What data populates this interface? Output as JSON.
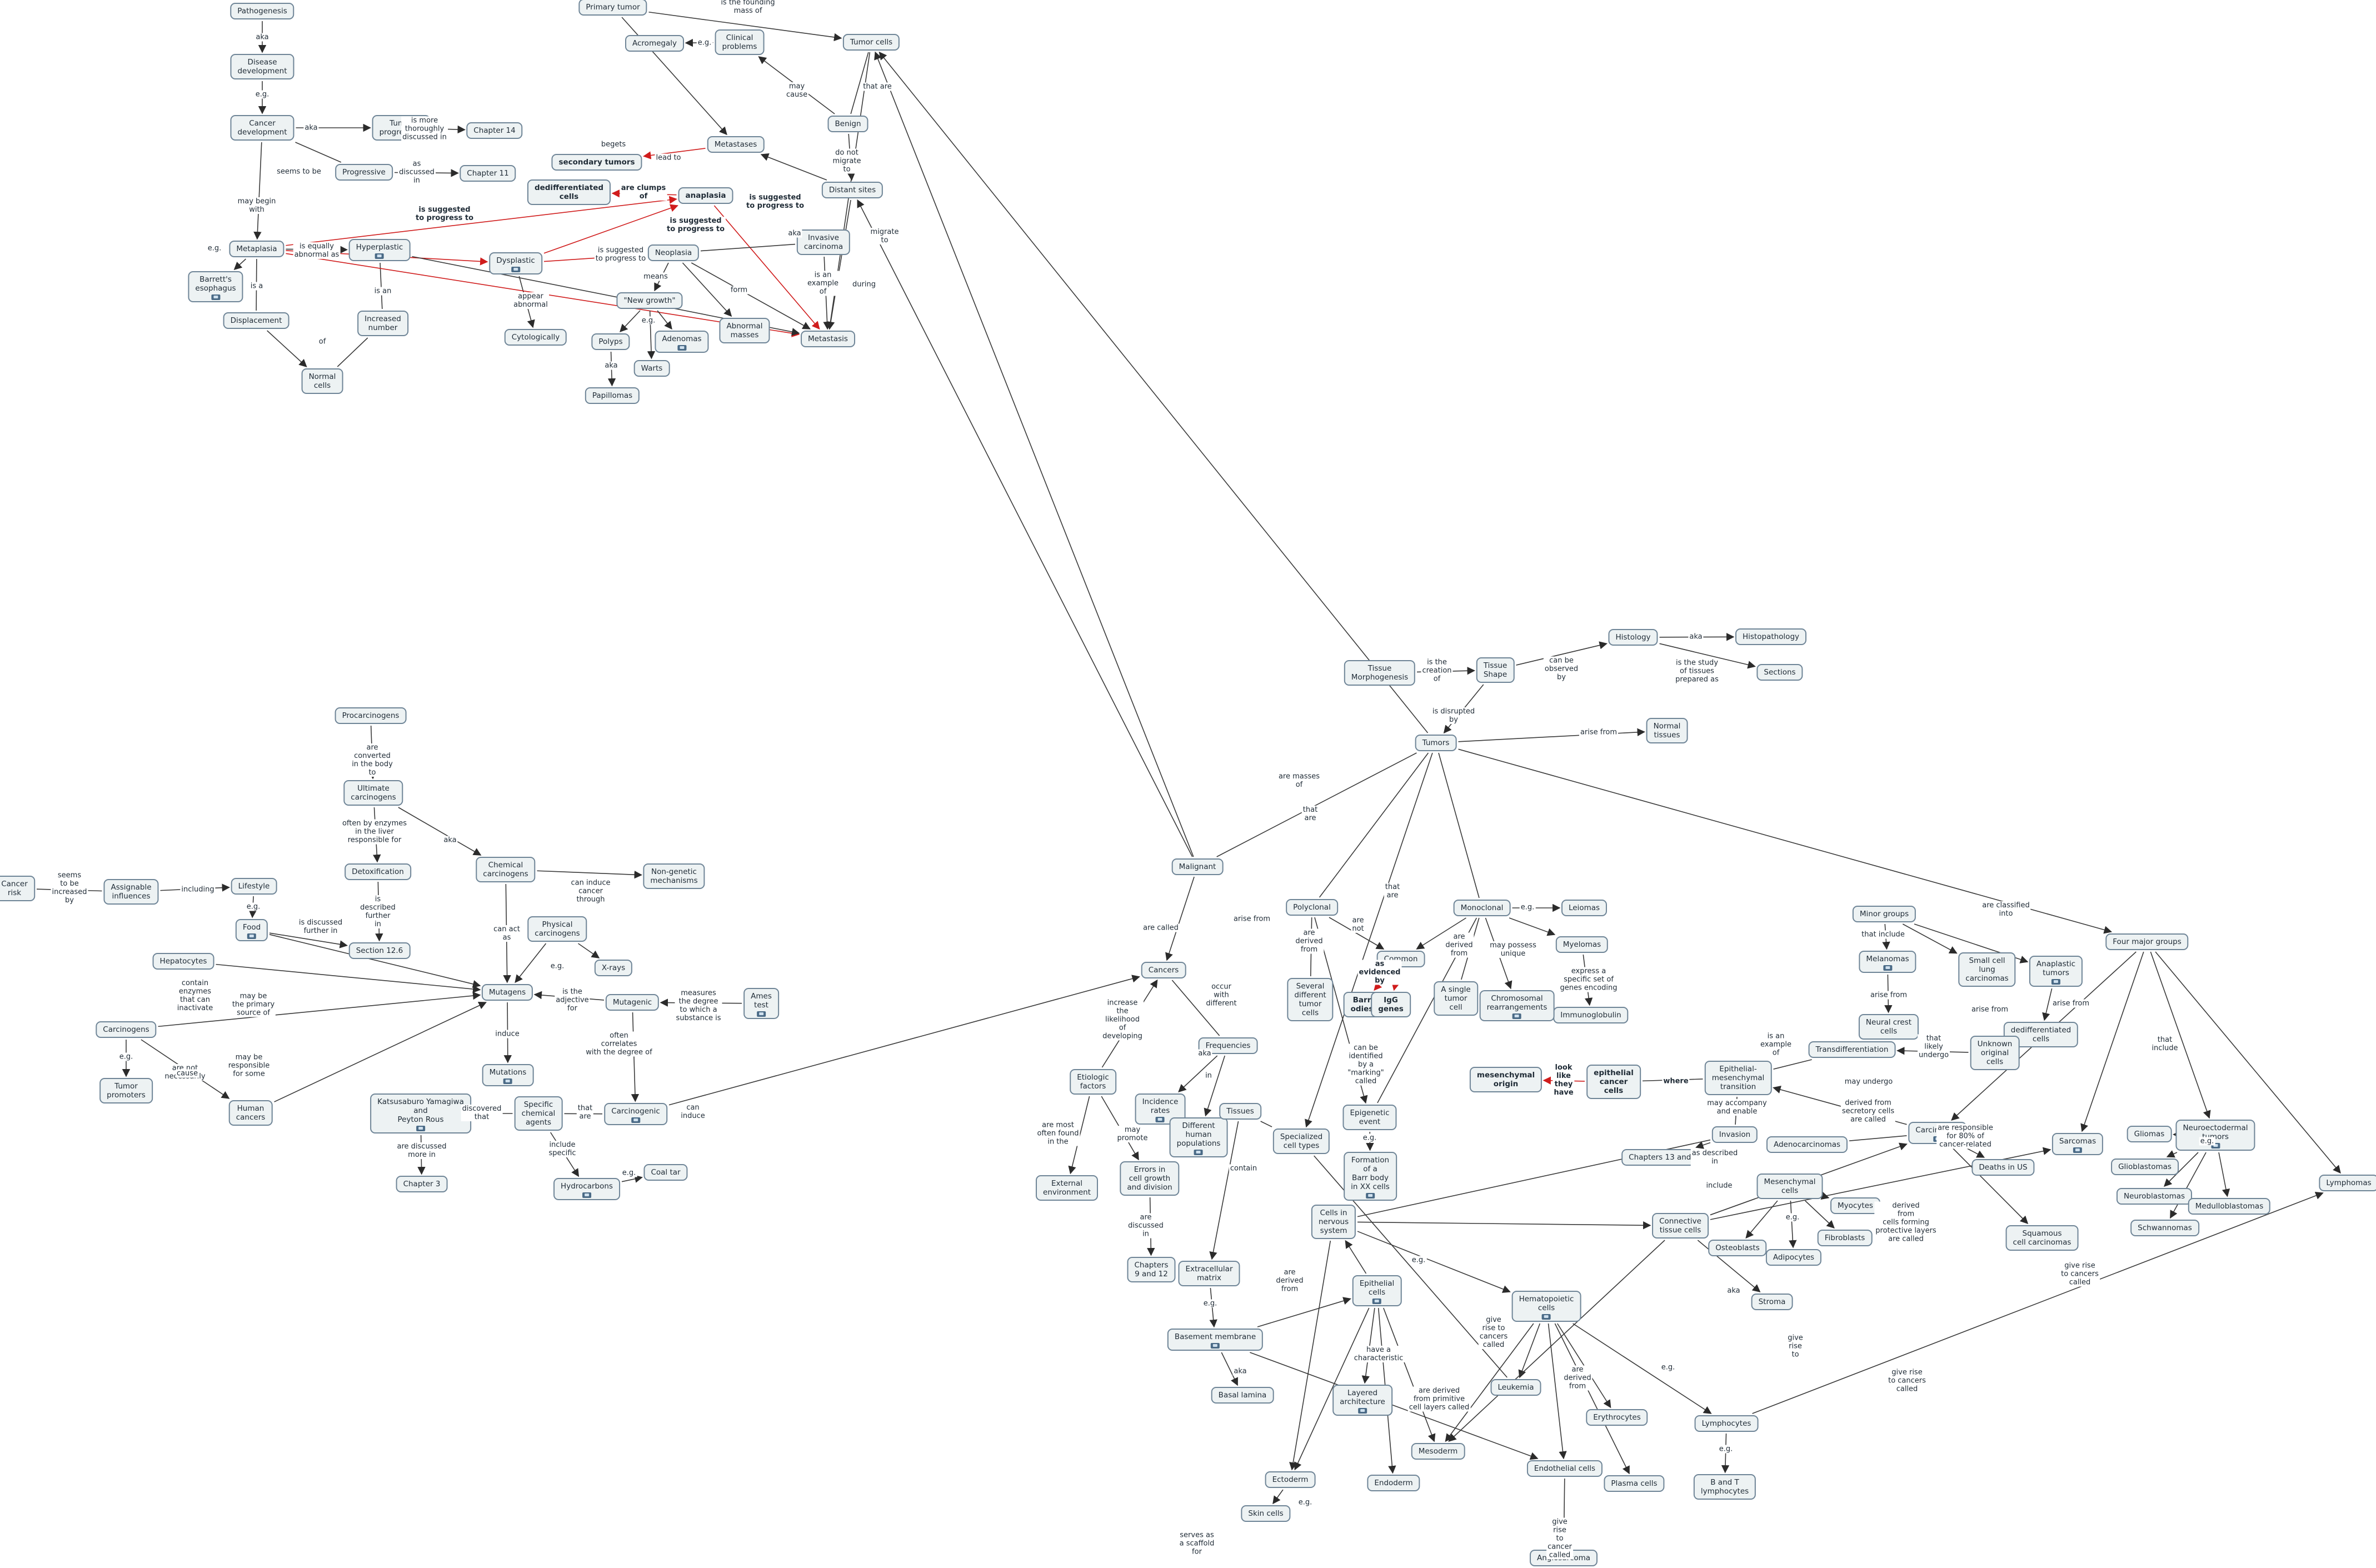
{
  "nodes": {
    "n1": "Pathogenesis",
    "n2": "Disease\ndevelopment",
    "n3": "Cancer\ndevelopment",
    "n4": "Tumor\nprogression",
    "n5": "Chapter 14",
    "n6": "Progressive",
    "n7": "Chapter 11",
    "n8": "Metaplasia",
    "n9": "Barrett's\nesophagus",
    "n10": "Hyperplastic",
    "n11": "Displacement",
    "n12": "Increased\nnumber",
    "n13": "Normal\ncells",
    "n14": "Dysplastic",
    "n15": "Cytologically",
    "n16": "Primary tumor",
    "n17": "Acromegaly",
    "n18": "Clinical\nproblems",
    "n19": "Tumor cells",
    "n20": "Metastases",
    "n21": "secondary tumors",
    "n22": "Benign",
    "n23": "Distant sites",
    "n24": "dedifferentiated\ncells",
    "n25": "anaplasia",
    "n26": "Invasive\ncarcinoma",
    "n27": "Neoplasia",
    "n28": "\"New growth\"",
    "n29": "Polyps",
    "n30": "Papillomas",
    "n31": "Warts",
    "n32": "Adenomas",
    "n33": "Abnormal\nmasses",
    "n34": "Metastasis",
    "n35": "Procarcinogens",
    "n36": "Ultimate\ncarcinogens",
    "n37": "Detoxification",
    "n38": "Chemical\ncarcinogens",
    "n39": "Non-genetic\nmechanisms",
    "n40": "Cancer\nrisk",
    "n41": "Assignable\ninfluences",
    "n42": "Lifestyle",
    "n43": "Food",
    "n44": "Section 12.6",
    "n45": "Physical\ncarcinogens",
    "n46": "X-rays",
    "n47": "Hepatocytes",
    "n48": "Mutagens",
    "n49": "Mutagenic",
    "n50": "Ames\ntest",
    "n51": "Carcinogens",
    "n52": "Tumor\npromoters",
    "n53": "Human\ncancers",
    "n54": "Mutations",
    "n55": "Katsusaburo Yamagiwa\nand\nPeyton Rous",
    "n56": "Chapter 3",
    "n57": "Specific\nchemical\nagents",
    "n58": "Carcinogenic",
    "n59": "Hydrocarbons",
    "n60": "Coal tar",
    "n61": "Tissue\nMorphogenesis",
    "n62": "Tissue\nShape",
    "n63": "Histology",
    "n64": "Histopathology",
    "n65": "Sections",
    "n66": "Tumors",
    "n67": "Normal\ntissues",
    "n68": "Malignant",
    "n69": "Polyclonal",
    "n70": "Monoclonal",
    "n71": "Leiomas",
    "n72": "Myelomas",
    "n73": "Immunoglobulin",
    "n74": "Common",
    "n75": "Barr\nodies",
    "n76": "IgG\ngenes",
    "n77": "Several\ndifferent\ntumor\ncells",
    "n78": "A single\ntumor\ncell",
    "n79": "Chromosomal\nrearrangements",
    "n80": "Cancers",
    "n81": "Frequencies",
    "n82": "Etiologic\nfactors",
    "n83": "Incidence\nrates",
    "n84": "Different\nhuman\npopulations",
    "n85": "External\nenvironment",
    "n86": "Errors in\ncell growth\nand division",
    "n87": "Chapters\n9 and 12",
    "n88": "Tissues",
    "n89": "Specialized\ncell types",
    "n90": "Epigenetic\nevent",
    "n91": "Formation\nof a\nBarr body\nin XX cells",
    "n92": "Cells in\nnervous\nsystem",
    "n93": "Extracellular\nmatrix",
    "n94": "Basement membrane",
    "n95": "Basal lamina",
    "n96": "Epithelial\ncells",
    "n97": "Layered\narchitecture",
    "n98": "Ectoderm",
    "n99": "Skin cells",
    "n100": "Endoderm",
    "n101": "Mesoderm",
    "n102": "Leukemia",
    "n103": "Endothelial cells",
    "n104": "Angiosarcoma",
    "n105": "Hematopoietic\ncells",
    "n106": "Erythrocytes",
    "n107": "Plasma cells",
    "n108": "Lymphocytes",
    "n109": "B and T\nlymphocytes",
    "n110": "Minor groups",
    "n111": "Four major groups",
    "n112": "Melanomas",
    "n113": "Small cell\nlung\ncarcinomas",
    "n114": "Anaplastic\ntumors",
    "n115": "Neural crest\ncells",
    "n116": "dedifferentiated\ncells",
    "n117": "Transdifferentiation",
    "n118": "Unknown\noriginal\ncells",
    "n119": "Epithelial-\nmesenchymal\ntransition",
    "n120": "epithelial\ncancer\ncells",
    "n121": "mesenchymal\norigin",
    "n122": "Invasion",
    "n123": "Adenocarcinomas",
    "n124": "Chapters 13 and 14",
    "n125": "Mesenchymal\ncells",
    "n126": "Connective\ntissue cells",
    "n127": "Myocytes",
    "n128": "Fibroblasts",
    "n129": "Osteoblasts",
    "n130": "Adipocytes",
    "n131": "Stroma",
    "n132": "Carcinomas",
    "n133": "Deaths in US",
    "n134": "Squamous\ncell carcinomas",
    "n135": "Sarcomas",
    "n136": "Gliomas",
    "n137": "Neuroectodermal\ntumors",
    "n138": "Glioblastomas",
    "n139": "Neuroblastomas",
    "n140": "Medulloblastomas",
    "n141": "Schwannomas",
    "n142": "Lymphomas"
  },
  "labels": {
    "l1": "aka",
    "l2": "e.g.",
    "l3": "aka",
    "l4": "is more\nthoroughly\ndiscussed in",
    "l5": "seems to be",
    "l6": "as\ndiscussed\nin",
    "l7": "may begin\nwith",
    "l8": "e.g.",
    "l9": "is equally\nabnormal as",
    "l10": "is a",
    "l11": "is an",
    "l12": "of",
    "l13": "is suggested\nto progress to",
    "l14": "appear\nabnormal",
    "l15": "is suggested\nto progress to",
    "l16": "is the founding\nmass of",
    "l17": "e.g.",
    "l18": "may\ncause",
    "l19": "that are",
    "l20": "begets",
    "l21": "lead to",
    "l22": "do not\nmigrate\nto",
    "l23": "aka",
    "l24": "are clumps\nof",
    "l25": "is suggested\nto progress to",
    "l26": "is suggested\nto progress to",
    "l27": "migrate\nto",
    "l28": "is an\nexample\nof",
    "l29": "during",
    "l30": "means",
    "l31": "e.g.",
    "l32": "aka",
    "l33": "form",
    "l34": "are\nconverted\nin the body\nto",
    "l35": "often by enzymes\nin the liver\nresponsible for",
    "l36": "aka",
    "l37": "is\ndescribed\nfurther\nin",
    "l38": "can induce\ncancer\nthrough",
    "l39": "seems\nto be\nincreased\nby",
    "l40": "including",
    "l41": "e.g.",
    "l42": "is discussed\nfurther in",
    "l43": "can act\nas",
    "l44": "e.g.",
    "l45": "may be\nthe primary\nsource of",
    "l46": "contain\nenzymes\nthat can\ninactivate",
    "l47": "is the\nadjective\nfor",
    "l48": "measures\nthe degree\nto which a\nsubstance is",
    "l49": "are not\nnecessarily",
    "l50": "e.g.",
    "l51": "cause",
    "l52": "may be\nresponsible\nfor some",
    "l53": "induce",
    "l54": "discovered\nthat",
    "l55": "are discussed\nmore in",
    "l56": "that\nare",
    "l57": "include\nspecific",
    "l58": "e.g.",
    "l59": "can\ninduce",
    "l60": "often\ncorrelates\nwith the degree of",
    "l61": "is the\ncreation\nof",
    "l62": "can be\nobserved\nby",
    "l63": "aka",
    "l64": "is the study\nof tissues\nprepared as",
    "l65": "is disrupted\nby",
    "l66": "arise from",
    "l67": "are masses\nof",
    "l68": "that\nare",
    "l69": "are classified\ninto",
    "l70": "that\nare",
    "l71": "are\nnot",
    "l72": "e.g.",
    "l73": "are\nderived\nfrom",
    "l74": "are\nderived\nfrom",
    "l75": "may possess\nunique",
    "l76": "express a\nspecific set of\ngenes encoding",
    "l77": "as\nevidenced\nby",
    "l78": "can be\nidentified\nby a\n\"marking\"\ncalled",
    "l79": "e.g.",
    "l80": "are called",
    "l81": "arise from",
    "l82": "occur\nwith\ndifferent",
    "l83": "increase\nthe\nlikelihood\nof\ndeveloping",
    "l84": "aka",
    "l85": "in",
    "l86": "are most\noften found\nin the",
    "l87": "may\npromote",
    "l88": "are\ndiscussed\nin",
    "l89": "contain",
    "l90": "e.g.",
    "l91": "aka",
    "l92": "are\nderived\nfrom",
    "l93": "e.g.",
    "l94": "have a\ncharacteristic",
    "l95": "are derived\nfrom primitive\ncell layers called",
    "l96": "e.g.",
    "l97": "serves as\na scaffold\nfor",
    "l98": "give\nrise to\ncancers\ncalled",
    "l99": "give\nrise\nto\ncancer\ncalled",
    "l100": "are\nderived\nfrom",
    "l101": "e.g.",
    "l102": "e.g.",
    "l103": "give\nrise\nto",
    "l104": "give rise\nto cancers\ncalled",
    "l105": "that include",
    "l106": "arise from",
    "l107": "arise from",
    "l108": "arise from",
    "l109": "that\nlikely\nundergo",
    "l110": "is an\nexample\nof",
    "l111": "where",
    "l112": "look\nlike\nthey\nhave",
    "l113": "may accompany\nand enable",
    "l114": "derived from\nsecretory cells\nare called",
    "l115": "may undergo",
    "l116": "as described\nin",
    "l117": "include",
    "l118": "e.g.",
    "l119": "aka",
    "l120": "that\ninclude",
    "l121": "are responsible\nfor 80% of\ncancer-related",
    "l122": "derived\nfrom\ncells forming\nprotective layers\nare called",
    "l123": "give rise\nto cancers\ncalled",
    "l124": "e.g."
  }
}
